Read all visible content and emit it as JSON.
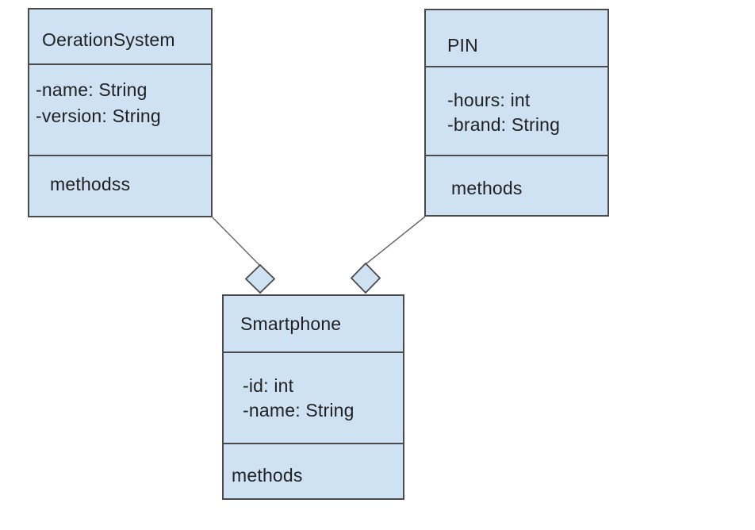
{
  "diagram_type": "uml-class-diagram",
  "colors": {
    "box_fill": "#cfe2f3",
    "box_border": "#4a4a4a",
    "connector": "#6e6e6e",
    "text": "#212121",
    "background": "#ffffff"
  },
  "classes": [
    {
      "name": "OerationSystem",
      "attributes": [
        "-name: String",
        "-version: String"
      ],
      "methods_label": "methodss"
    },
    {
      "name": "PIN",
      "attributes": [
        "-hours: int",
        "-brand: String"
      ],
      "methods_label": "methods"
    },
    {
      "name": "Smartphone",
      "attributes": [
        "-id: int",
        "-name: String"
      ],
      "methods_label": "methods"
    }
  ],
  "relationships": [
    {
      "from": "OerationSystem",
      "to": "Smartphone",
      "type": "aggregation",
      "diamond_at": "Smartphone"
    },
    {
      "from": "PIN",
      "to": "Smartphone",
      "type": "aggregation",
      "diamond_at": "Smartphone"
    }
  ]
}
